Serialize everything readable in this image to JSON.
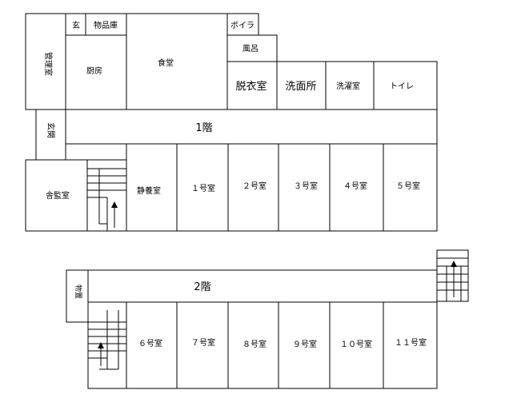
{
  "plan": {
    "floor1": {
      "floor_label": "1階",
      "rooms": {
        "kanri": "管理室",
        "gen": "玄",
        "monohinko": "物品庫",
        "chubo": "厨房",
        "shokudo": "食堂",
        "boira": "ボイラ",
        "furo": "風呂",
        "datsui": "脱衣室",
        "senmen": "洗面所",
        "sentaku": "洗濯室",
        "toilet": "トイレ",
        "genkan": "玄関",
        "kantoku": "舎監室",
        "seiyo": "静養室",
        "r1": "１号室",
        "r2": "２号室",
        "r3": "３号室",
        "r4": "４号室",
        "r5": "５号室"
      }
    },
    "floor2": {
      "floor_label": "2階",
      "rooms": {
        "left": "物置",
        "r6": "６号室",
        "r7": "７号室",
        "r8": "８号室",
        "r9": "９号室",
        "r10": "１０号室",
        "r11": "１１号室"
      }
    }
  }
}
